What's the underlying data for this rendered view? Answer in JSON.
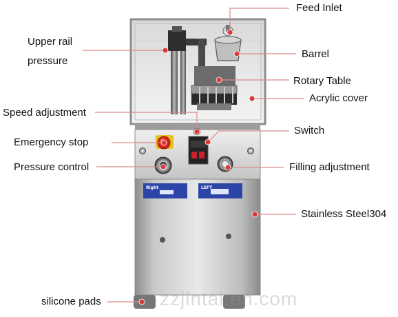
{
  "labels": {
    "feed_inlet": "Feed Inlet",
    "upper_rail_pressure_1": "Upper rail",
    "upper_rail_pressure_2": "pressure",
    "barrel": "Barrel",
    "rotary_table": "Rotary Table",
    "acrylic_cover": "Acrylic cover",
    "speed_adjustment": "Speed adjustment",
    "switch": "Switch",
    "emergency_stop": "Emergency stop",
    "pressure_control": "Pressure control",
    "filling_adjustment": "Filling adjustment",
    "stainless_steel": "Stainless Steel304",
    "silicone_pads": "silicone pads"
  },
  "panel": {
    "right_label": "Right",
    "left_label": "LEFT"
  },
  "watermark": "zzjintai.en.com",
  "colors": {
    "leader_line": "#d98a8a",
    "leader_dot": "#d93a3a",
    "panel_blue": "#2c46a8",
    "emergency_red": "#d6241c",
    "steel_light": "#e2e2e2",
    "steel_dark": "#9a9a9a"
  }
}
